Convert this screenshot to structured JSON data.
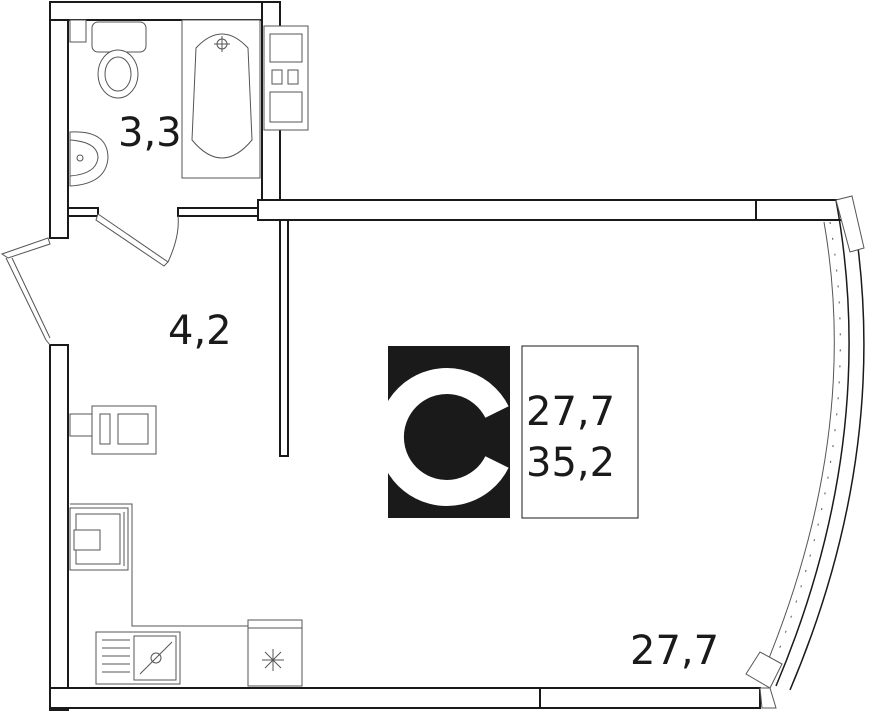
{
  "rooms": {
    "bathroom_area": "3,3",
    "hallway_area": "4,2",
    "living_area": "27,7"
  },
  "badge": {
    "letter": "С",
    "bg_color": "#1a1a1a",
    "letter_color": "#ffffff",
    "living_area": "27,7",
    "total_area": "35,2"
  }
}
